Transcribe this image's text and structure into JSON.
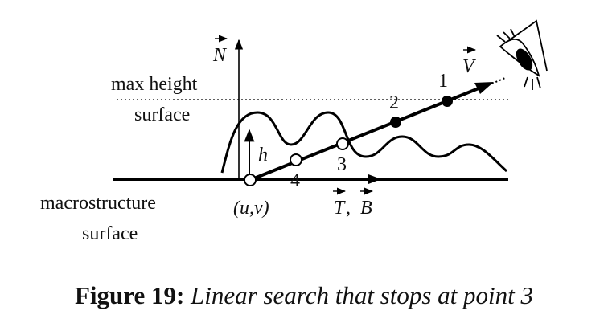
{
  "labels": {
    "normal": "N",
    "max_height_line1": "max height",
    "max_height_line2": "surface",
    "h": "h",
    "uv": "(u,v)",
    "tangent": "T",
    "binormal": "B",
    "tb_separator": ",",
    "view": "V",
    "macro_line1": "macrostructure",
    "macro_line2": "surface"
  },
  "points": [
    {
      "label": "1",
      "kind": "filled"
    },
    {
      "label": "2",
      "kind": "filled"
    },
    {
      "label": "3",
      "kind": "hollow"
    },
    {
      "label": "4",
      "kind": "hollow"
    }
  ],
  "caption": {
    "number": "Figure 19:",
    "text": "Linear search that stops at point 3"
  }
}
